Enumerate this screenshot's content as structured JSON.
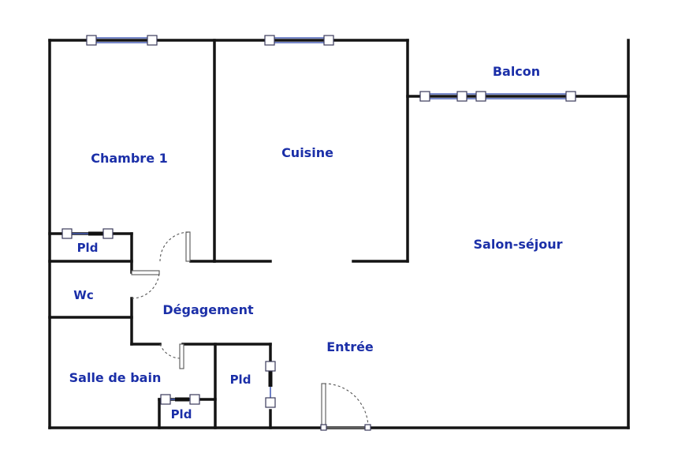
{
  "rooms": [
    {
      "id": "chambre1",
      "label": "Chambre 1"
    },
    {
      "id": "cuisine",
      "label": "Cuisine"
    },
    {
      "id": "balcon",
      "label": "Balcon"
    },
    {
      "id": "salon",
      "label": "Salon-séjour"
    },
    {
      "id": "pld1",
      "label": "Pld"
    },
    {
      "id": "wc",
      "label": "Wc"
    },
    {
      "id": "degagement",
      "label": "Dégagement"
    },
    {
      "id": "entree",
      "label": "Entrée"
    },
    {
      "id": "salle_de_bain",
      "label": "Salle de bain"
    },
    {
      "id": "pld2",
      "label": "Pld"
    },
    {
      "id": "pld3",
      "label": "Pld"
    }
  ],
  "colors": {
    "label": "#1b2fa8",
    "wall": "#141414",
    "window": "#4a60b8"
  }
}
